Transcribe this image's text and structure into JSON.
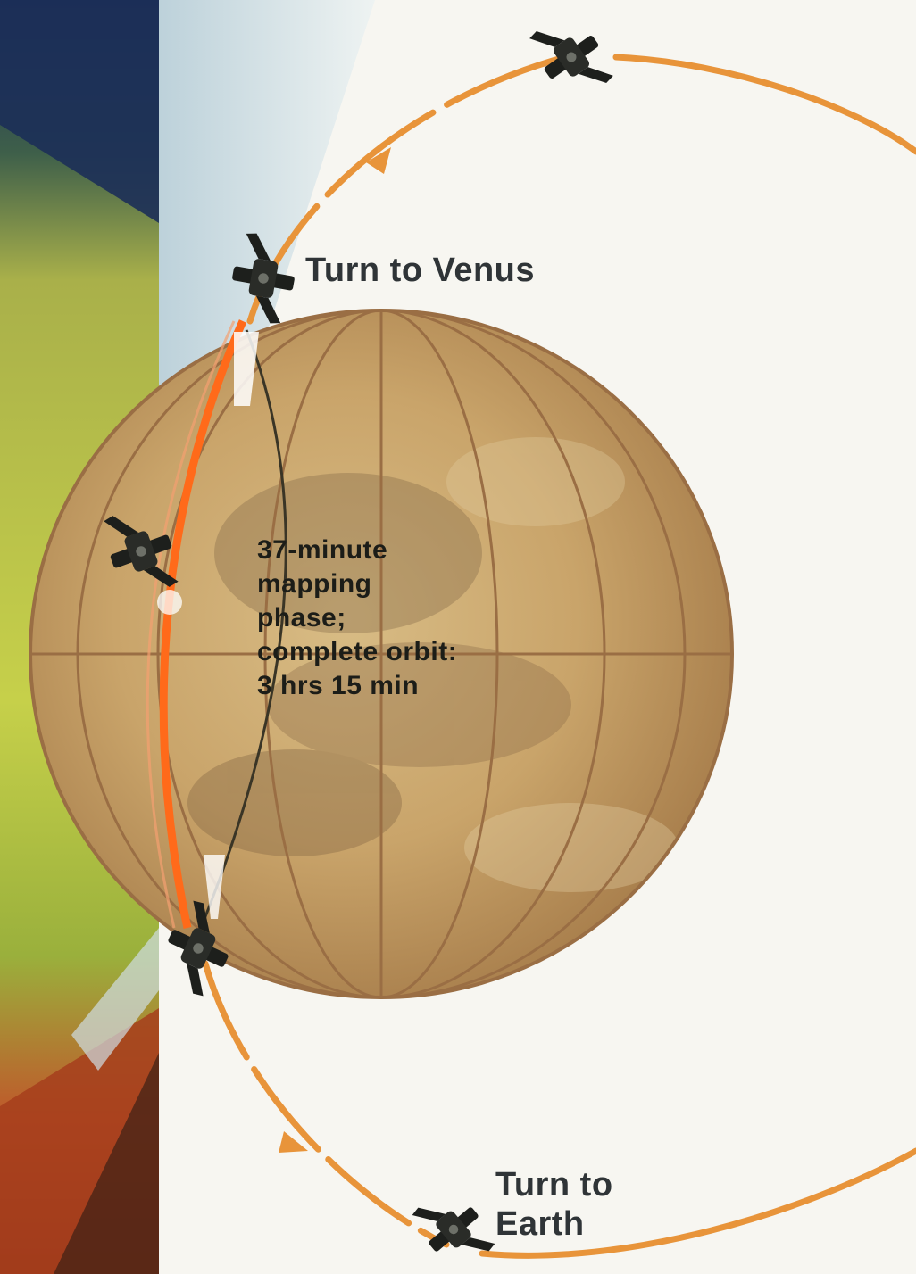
{
  "diagram": {
    "labels": {
      "turn_to_venus": "Turn to Venus",
      "turn_to_earth": [
        "Turn to",
        "Earth"
      ],
      "mapping_phase": [
        "37-minute",
        "mapping",
        "phase;",
        "complete orbit:",
        "3 hrs 15 min"
      ]
    },
    "colors": {
      "background": "#f7f6f1",
      "orbit": "#e8943a",
      "planet": "#c9a46a",
      "planet_shadow": "#7f6545",
      "grid": "#9a6e44",
      "mapping_swath": "#ff6a1a",
      "sky": "#cfdde3",
      "ground_green": "#b9c94a",
      "ground_red": "#b54a20",
      "dark_blue": "#1c2f58"
    },
    "icons": [
      "spacecraft-icon"
    ]
  }
}
